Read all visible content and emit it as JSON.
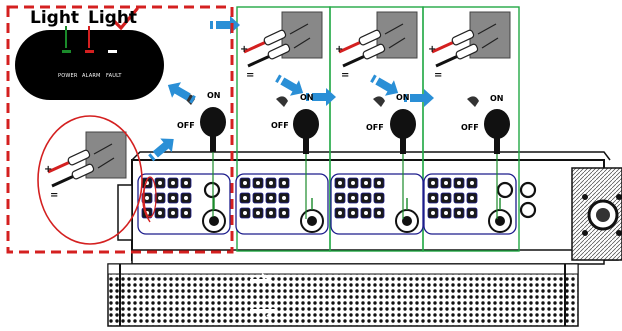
{
  "callout": {
    "light_label_left": "Light",
    "light_label_right": "Light",
    "led_labels": [
      "POWER",
      "ALARM",
      "FAULT"
    ],
    "colors": {
      "power": "#1a8a2a",
      "alarm": "#d42020",
      "fault": "#ffffff",
      "border": "#d42020",
      "check": "#d42020"
    }
  },
  "switches": [
    {
      "on": "ON",
      "off": "OFF"
    },
    {
      "on": "ON",
      "off": "OFF"
    },
    {
      "on": "ON",
      "off": "OFF"
    },
    {
      "on": "ON",
      "off": "OFF"
    }
  ],
  "connector": {
    "plus": "+",
    "minus": "="
  },
  "colors": {
    "group_border": "#22a845",
    "arrow": "#2a8fd6",
    "wire": "#1a8a2a",
    "terminal": "#1c1c8c",
    "dashed": "#d42020"
  },
  "icons": [
    "checkmark-icon",
    "hand-rotate-icon",
    "blue-arrow-icon",
    "pv-connector-icon"
  ]
}
